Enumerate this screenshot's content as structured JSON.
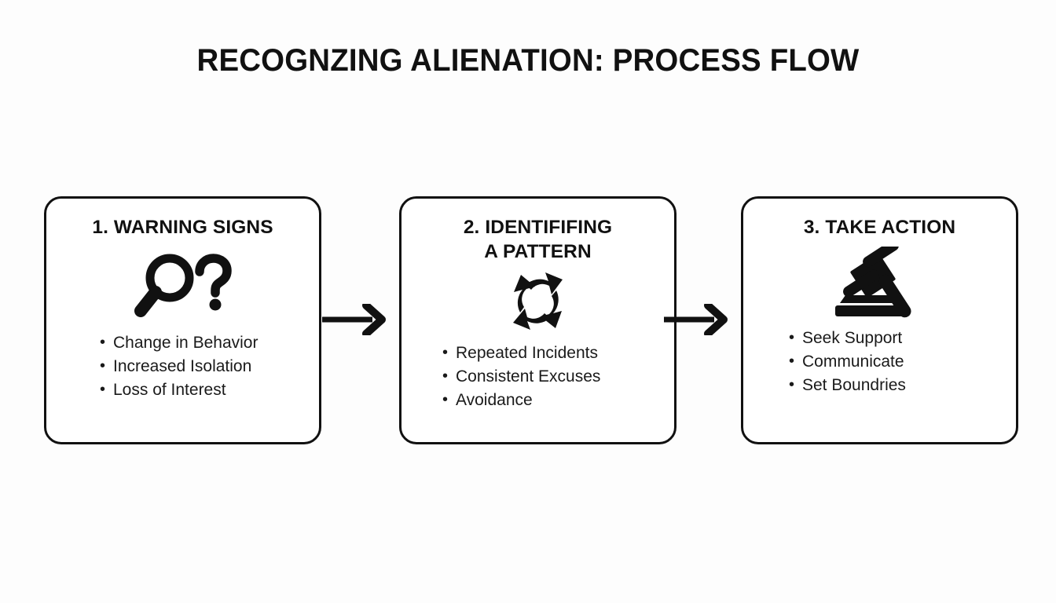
{
  "diagram": {
    "title": "RECOGNZING ALIENATION: PROCESS FLOW",
    "type": "process-flow",
    "orientation": "horizontal-left-to-right",
    "background_color": "#fdfdfd",
    "stroke_color": "#111111",
    "stages": [
      {
        "number": "1",
        "heading": "1. WARNING SIGNS",
        "icon": "magnifier-question-icon",
        "bullets": [
          "Change in Behavior",
          "Increased Isolation",
          "Loss of Interest"
        ]
      },
      {
        "number": "2",
        "heading": "2. IDENTIFIFING\nA PATTERN",
        "icon": "cycle-arrows-icon",
        "bullets": [
          "Repeated Incidents",
          "Consistent Excuses",
          "Avoidance"
        ]
      },
      {
        "number": "3",
        "heading": "3. TAKE ACTION",
        "icon": "gavel-icon",
        "bullets": [
          "Seek Support",
          "Communicate",
          "Set Boundries"
        ]
      }
    ],
    "connectors": [
      {
        "name": "arrow-stage1-to-stage2",
        "icon": "arrow-right-icon"
      },
      {
        "name": "arrow-stage2-to-stage3",
        "icon": "arrow-right-icon"
      }
    ]
  }
}
